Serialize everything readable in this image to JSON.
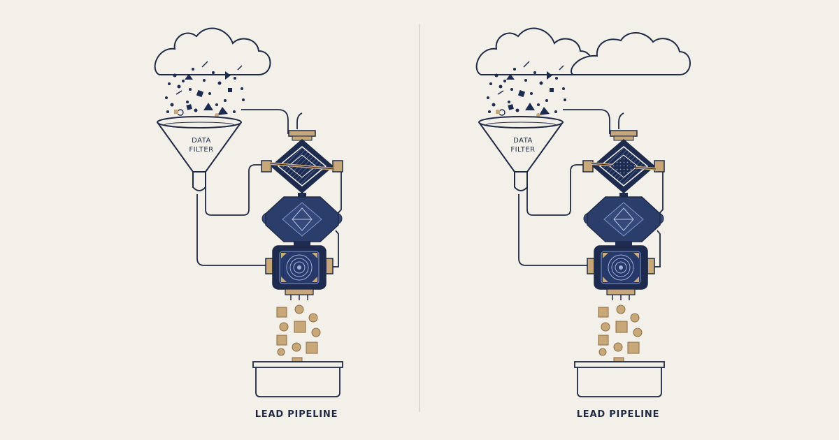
{
  "panels": [
    {
      "id": "left",
      "funnel_label_line1": "DATA",
      "funnel_label_line2": "FILTER",
      "pipeline_label": "LEAD PIPELINE"
    },
    {
      "id": "right",
      "funnel_label_line1": "DATA",
      "funnel_label_line2": "FILTER",
      "pipeline_label": "LEAD PIPELINE"
    }
  ],
  "colors": {
    "background": "#f3f0e9",
    "ink": "#1f2a44",
    "navy": "#1c2b4f",
    "navy_light": "#34497a",
    "gold": "#c8a878",
    "gold_dark": "#8a6d45"
  }
}
